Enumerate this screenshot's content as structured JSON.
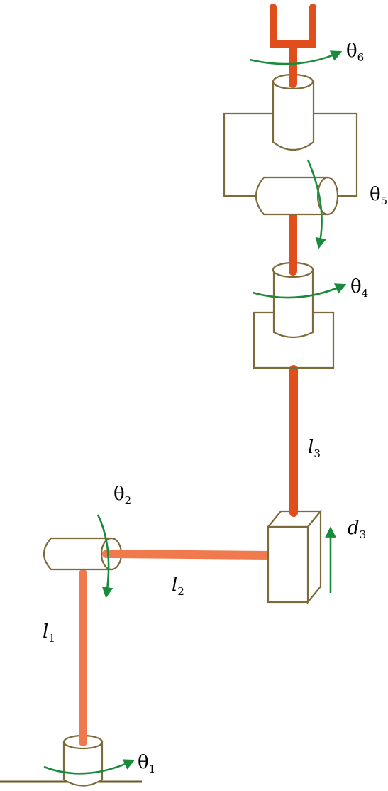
{
  "colors": {
    "outline": "#7d6a3a",
    "arrow": "#1a8a3c",
    "link_dark": "#e04e1c",
    "link_light": "#f07a4e",
    "ground": "#6b5a2a"
  },
  "labels": {
    "theta1": {
      "sym": "θ",
      "sub": "1"
    },
    "theta2": {
      "sym": "θ",
      "sub": "2"
    },
    "theta4": {
      "sym": "θ",
      "sub": "4"
    },
    "theta5": {
      "sym": "θ",
      "sub": "5"
    },
    "theta6": {
      "sym": "θ",
      "sub": "6"
    },
    "l1": {
      "sym": "l",
      "sub": "1"
    },
    "l2": {
      "sym": "l",
      "sub": "2"
    },
    "l3": {
      "sym": "l",
      "sub": "3"
    },
    "d3": {
      "sym": "d",
      "sub": "3"
    }
  }
}
